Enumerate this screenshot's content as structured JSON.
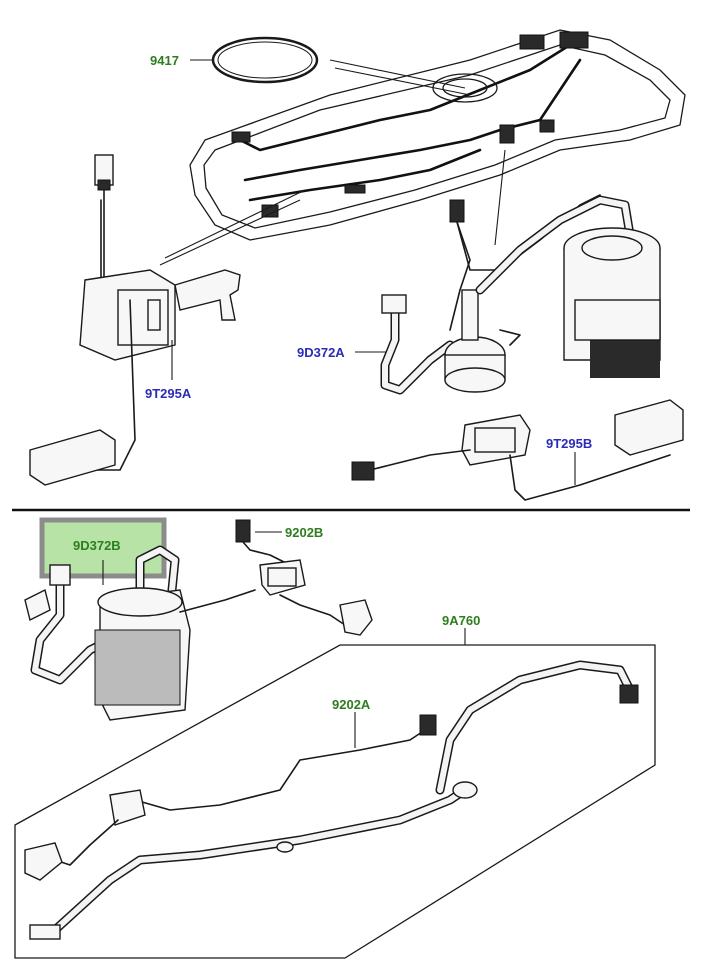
{
  "labels": {
    "p9417": "9417",
    "p9T295A": "9T295A",
    "p9D372A": "9D372A",
    "p9T295B": "9T295B",
    "p9D372B": "9D372B",
    "p9202B": "9202B",
    "p9A760": "9A760",
    "p9202A": "9202A"
  },
  "colors": {
    "label_green": "#2e7d1e",
    "label_blue": "#2b2bb8",
    "highlight_fill": "#b7e4a6",
    "highlight_border": "#8c8c8c"
  }
}
